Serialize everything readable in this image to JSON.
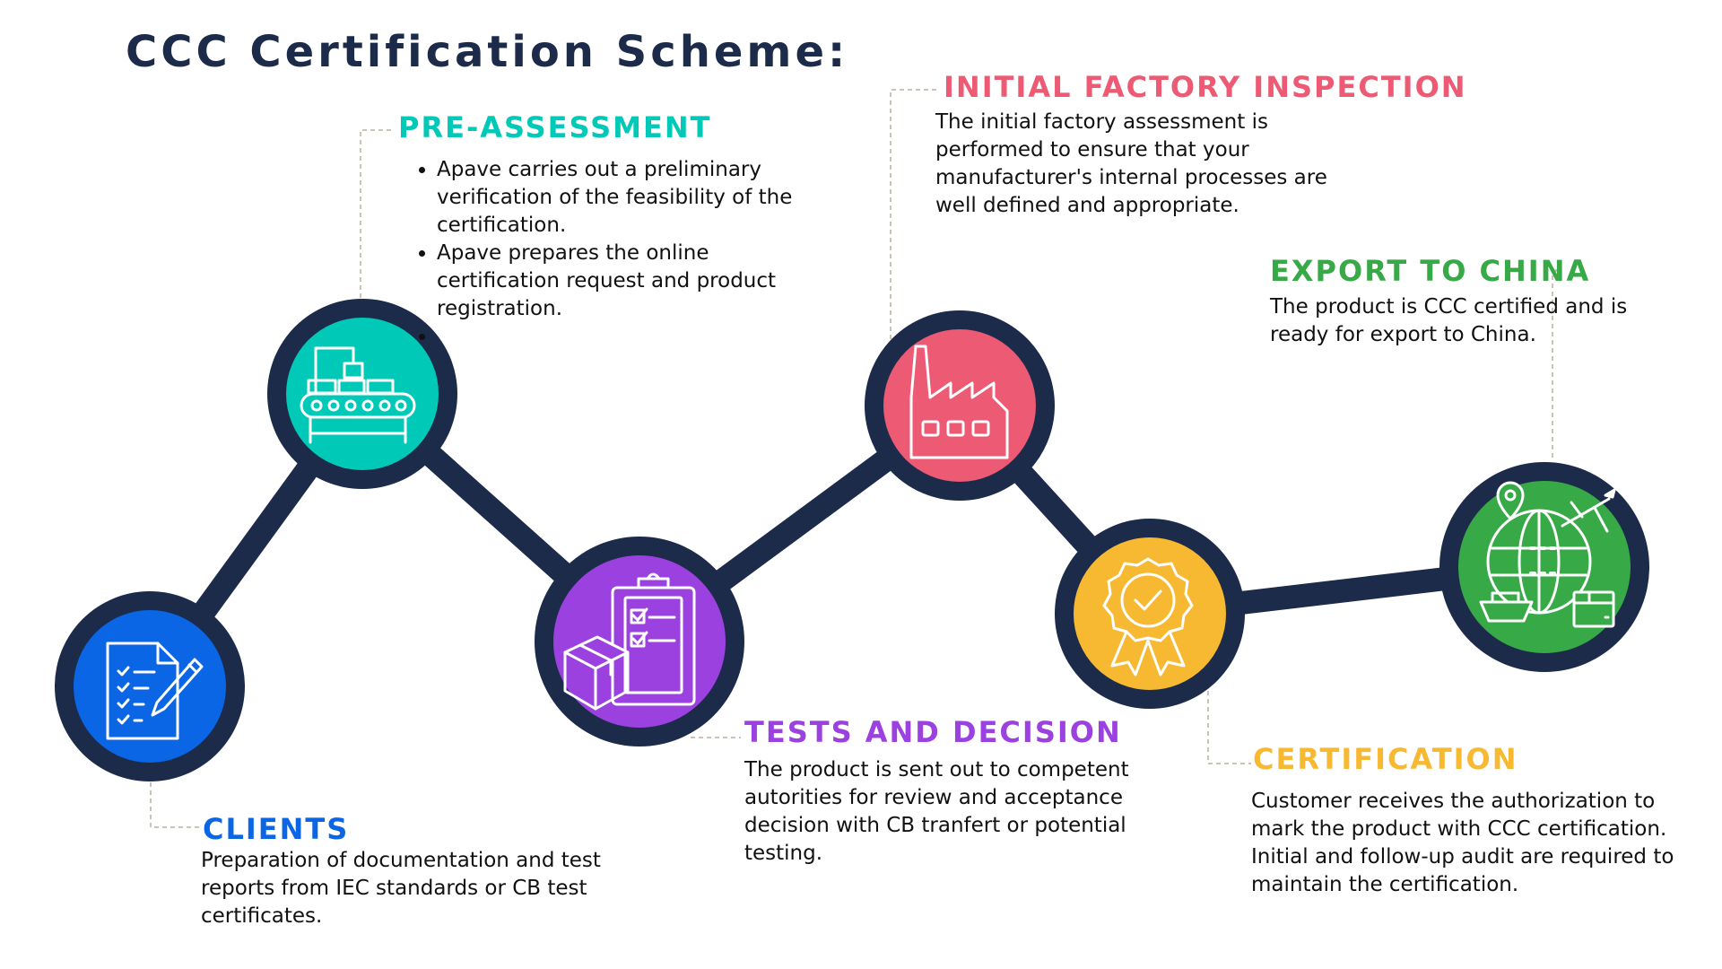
{
  "title": "CCC Certification Scheme:",
  "colors": {
    "navy": "#1c2b4a",
    "clients": "#0a66e4",
    "pre_assessment": "#00c9b7",
    "tests": "#9b41e0",
    "initial": "#ec5a73",
    "certification": "#f7b932",
    "export": "#37a947",
    "connector": "#b9b0a0"
  },
  "steps": {
    "clients": {
      "title": "CLIENTS",
      "text": "Preparation of documentation and test reports from IEC standards or CB test certificates.",
      "icon": "document-pen-icon"
    },
    "pre_assessment": {
      "title": "PRE-ASSESSMENT",
      "bullets": [
        "Apave carries out a preliminary verification of the feasibility of the certification.",
        "Apave prepares the online certification request and product registration.",
        ""
      ],
      "icon": "conveyor-machine-icon"
    },
    "tests": {
      "title": "TESTS AND DECISION",
      "text": "The product is sent out to competent autorities for review and acceptance decision with CB tranfert or potential testing.",
      "icon": "clipboard-box-icon"
    },
    "initial": {
      "title": "INITIAL FACTORY INSPECTION",
      "text": "The initial factory assessment is performed to ensure that your manufacturer's internal processes are well defined and appropriate.",
      "icon": "factory-icon"
    },
    "certification": {
      "title": "CERTIFICATION",
      "text": "Customer receives the authorization to mark the product with CCC certification. Initial and follow-up audit are required to maintain the certification.",
      "icon": "award-badge-icon"
    },
    "export": {
      "title": "EXPORT TO CHINA",
      "text": "The product is CCC certified and is ready for export to China.",
      "icon": "globe-shipping-icon"
    }
  }
}
